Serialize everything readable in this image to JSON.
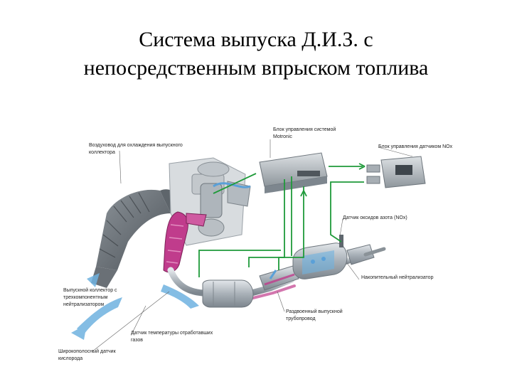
{
  "title": {
    "line1": "Система выпуска Д.И.З. с",
    "line2": "непосредственным впрыском топлива"
  },
  "labels": {
    "ecu": [
      "Блок управления системой",
      "Motronic"
    ],
    "nox_control": "Блок управления датчиком NOx",
    "air_duct": [
      "Воздуховод для охлаждения выпускного",
      "коллектора"
    ],
    "nox_sensor": "Датчик оксидов азота (NOx)",
    "storage_cat": "Накопительный нейтрализатор",
    "exhaust_manifold": [
      "Выпускной коллектор с",
      "трехкомпонентным",
      "нейтрализатором"
    ],
    "split_pipe": [
      "Раздвоенный выпускной",
      "трубопровод"
    ],
    "temp_sensor": [
      "Датчик температуры отработавших",
      "газов"
    ],
    "lambda_sensor": [
      "Широкополосный датчик",
      "кислорода"
    ]
  },
  "colors": {
    "signal_wire": "#1f9a3a",
    "hot_gas": "#c03c8c",
    "cool_air": "#6fb2e0",
    "metal": "#9aa3ab"
  }
}
